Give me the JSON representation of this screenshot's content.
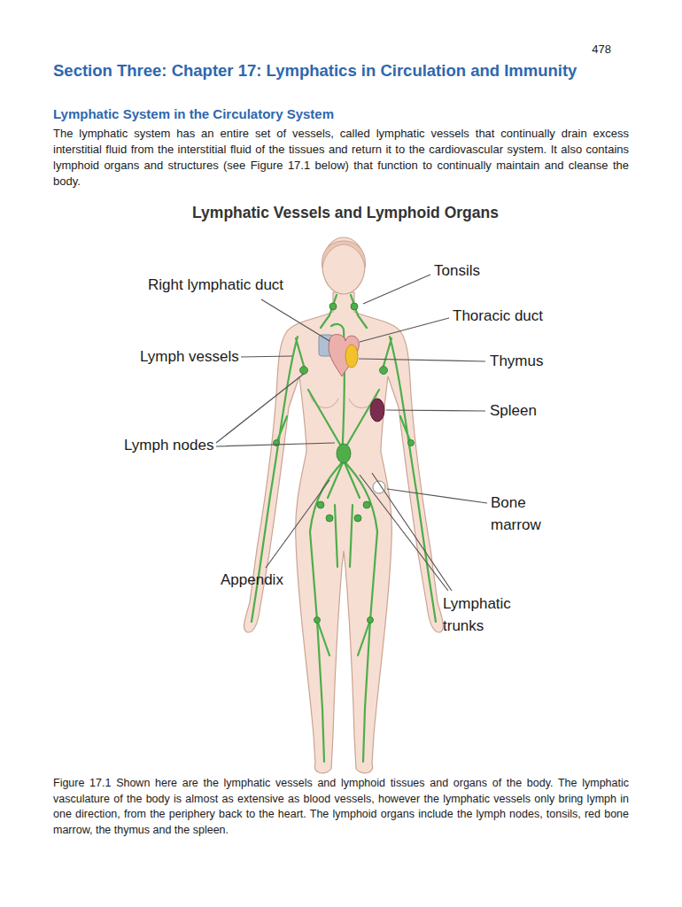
{
  "diagram": {
    "title": "Section Three: Chapter 17: Lymphatics in Circulation and Immunity",
    "caption": "Figure 17.1 Shown here are the lymphatic vessels and lymphoid tissues and organs of the body. The lymphatic vasculature of the body is almost as extensive as blood vessels, however the lymphatic vessels only bring lymph in one direction, from the periphery back to the heart. The lymphoid organs include the lymph nodes, tonsils, red bone marrow, the thymus and the spleen.",
    "labels": [
      "478",
      "Lymphatic System in the Circulatory System",
      "The lymphatic system has an entire set of vessels, called lymphatic vessels that continually drain excess interstitial fluid from the interstitial fluid of the tissues and return it to the cardiovascular system. It also contains lymphoid organs and structures (see Figure 17.1 below) that function to continually maintain and cleanse the body.",
      "Lymphatic Vessels and Lymphoid Organs",
      "Right lymphatic duct",
      "Tonsils",
      "Thoracic duct",
      "Lymph vessels",
      "Thymus",
      "Spleen",
      "Lymph nodes",
      "Bone marrow",
      "Appendix",
      "Lymphatic trunks"
    ]
  }
}
